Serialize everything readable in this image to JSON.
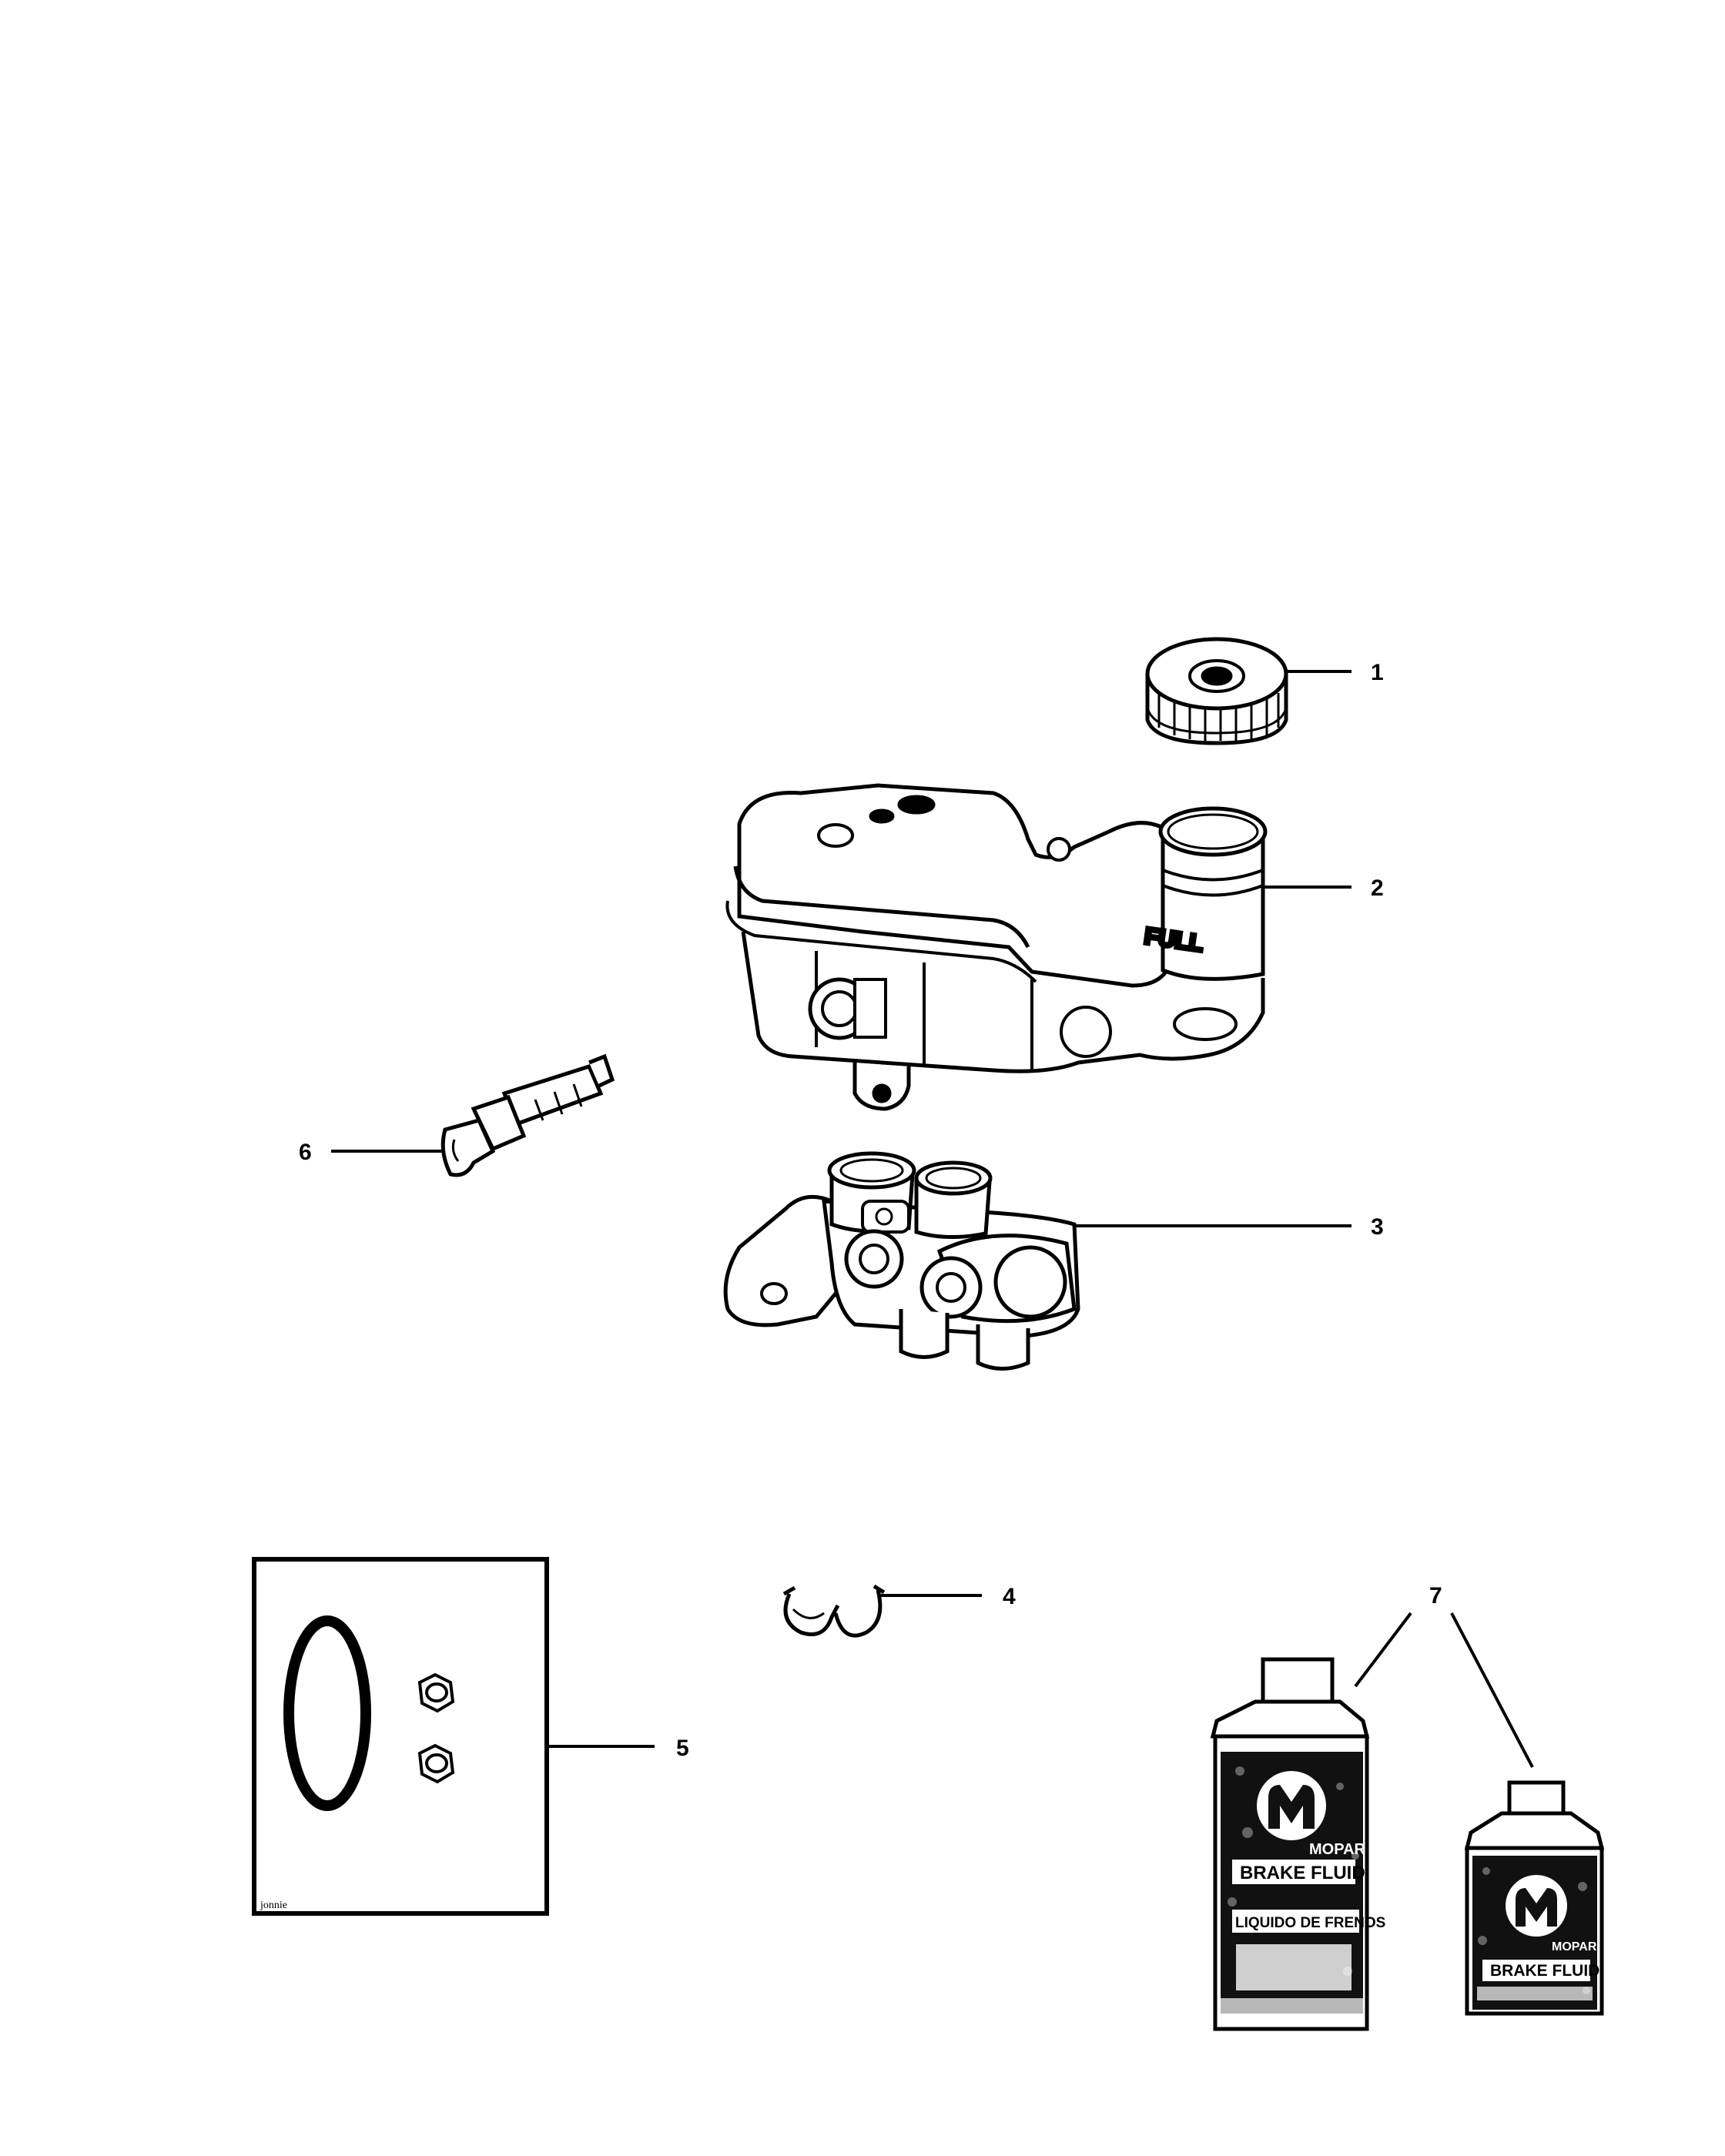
{
  "diagram": {
    "callouts": [
      {
        "id": "1",
        "label": "1"
      },
      {
        "id": "2",
        "label": "2"
      },
      {
        "id": "3",
        "label": "3"
      },
      {
        "id": "4",
        "label": "4"
      },
      {
        "id": "5",
        "label": "5"
      },
      {
        "id": "6",
        "label": "6"
      },
      {
        "id": "7",
        "label": "7"
      }
    ],
    "reservoir_text": "FULL",
    "kit_box_tag": "jonnie",
    "bottle_large": {
      "brand": "MOPAR",
      "line1": "BRAKE FLUID",
      "line2": "LIQUIDO DE FRENOS"
    },
    "bottle_small": {
      "brand": "MOPAR",
      "line1": "BRAKE FLUID"
    }
  }
}
